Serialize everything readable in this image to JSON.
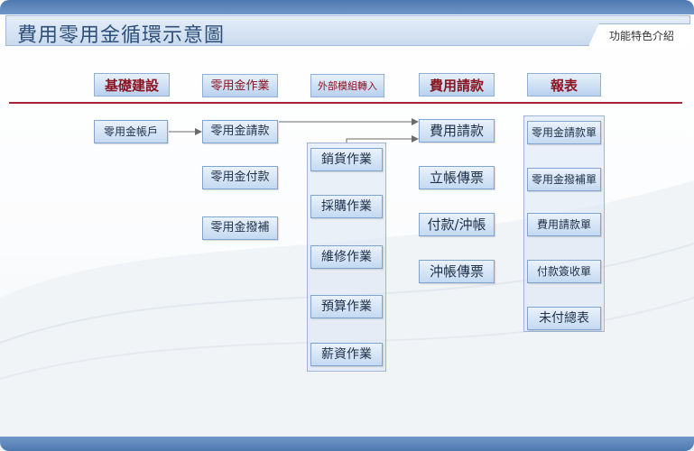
{
  "title": "費用零用金循環示意圖",
  "tab_label": "功能特色介紹",
  "columns": {
    "basic_setup": {
      "header": "基礎建設",
      "items": [
        "零用金帳戶"
      ]
    },
    "petty_cash_ops": {
      "header": "零用金作業",
      "items": [
        "零用金請款",
        "零用金付款",
        "零用金撥補"
      ]
    },
    "external_import": {
      "header": "外部模組轉入",
      "items": [
        "銷貨作業",
        "採購作業",
        "維修作業",
        "預算作業",
        "薪資作業"
      ]
    },
    "expense_request": {
      "header": "費用請款",
      "items": [
        "費用請款",
        "立帳傳票",
        "付款/沖帳",
        "沖帳傳票"
      ]
    },
    "reports": {
      "header": "報表",
      "items": [
        "零用金請款單",
        "零用金撥補單",
        "費用請款單",
        "付款簽收單",
        "未付總表"
      ]
    }
  },
  "colors": {
    "accent_red": "#a6243a",
    "header_text": "#8b1420",
    "band_blue": "#4e79b0",
    "box_border": "#7ea4cf"
  }
}
